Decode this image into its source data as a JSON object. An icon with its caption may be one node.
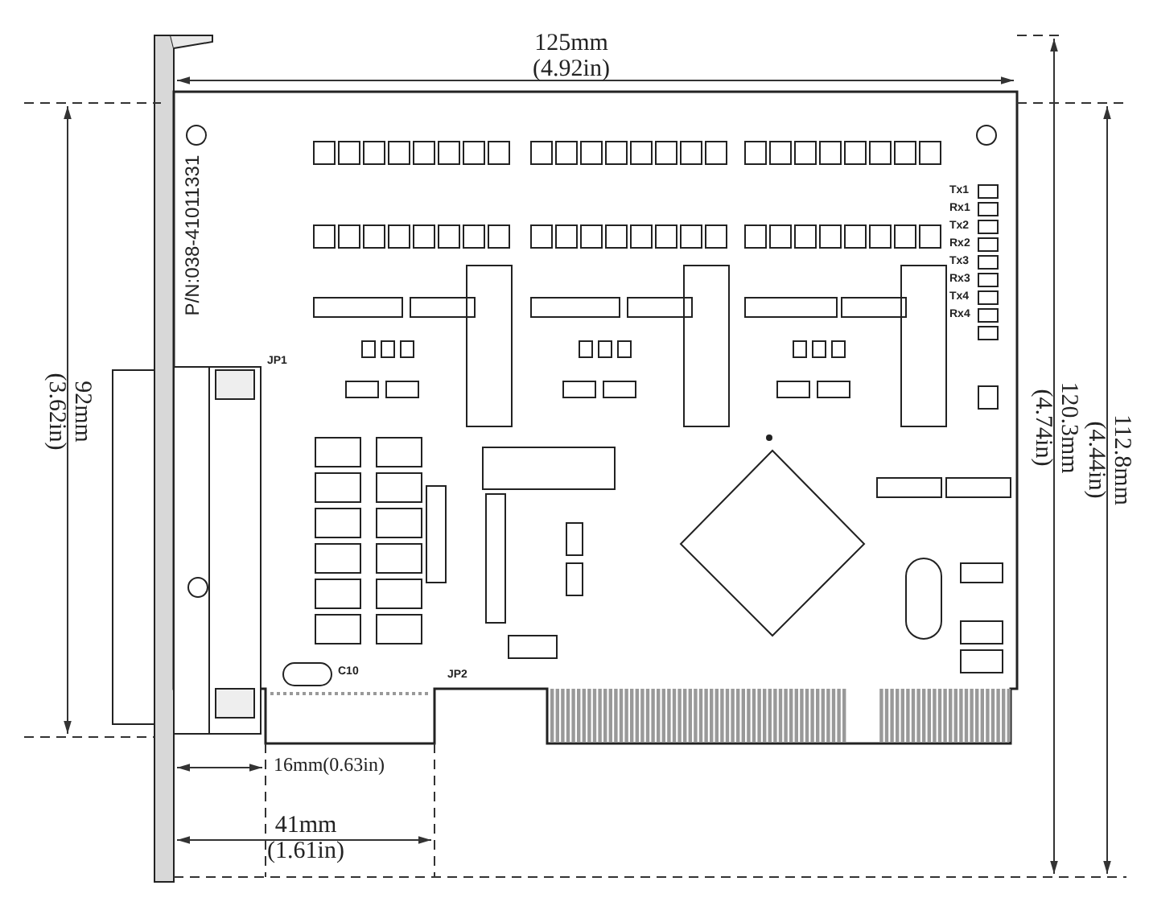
{
  "diagram": {
    "labels": [
      "125mm (4.92in)",
      "P/N:038-41011331",
      "Tx1",
      "Rx1",
      "Tx2",
      "Rx2",
      "Tx3",
      "Rx3",
      "Tx4",
      "Rx4",
      "92mm (3.62in)",
      "120.3mm (4.74in)",
      "112.8mm (4.44in)",
      "JP1",
      "JP2",
      "C10",
      "16mm(0.63in)",
      "41mm (1.61in)"
    ]
  }
}
